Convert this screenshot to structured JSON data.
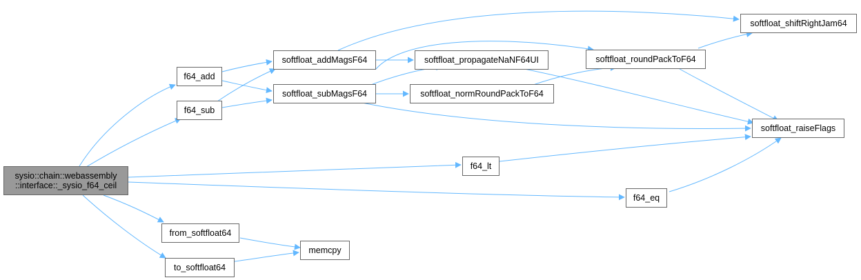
{
  "graph": {
    "root": {
      "line1": "sysio::chain::webassembly",
      "line2": "::interface::_sysio_f64_ceil"
    },
    "nodes": {
      "f64_add": "f64_add",
      "f64_sub": "f64_sub",
      "addMags": "softfloat_addMagsF64",
      "subMags": "softfloat_subMagsF64",
      "propagateNaN": "softfloat_propagateNaNF64UI",
      "normRound": "softfloat_normRoundPackToF64",
      "roundPack": "softfloat_roundPackToF64",
      "shiftRightJam": "softfloat_shiftRightJam64",
      "raiseFlags": "softfloat_raiseFlags",
      "f64_lt": "f64_lt",
      "f64_eq": "f64_eq",
      "from_softfloat64": "from_softfloat64",
      "to_softfloat64": "to_softfloat64",
      "memcpy": "memcpy"
    },
    "edge_color": "#63b8ff"
  }
}
